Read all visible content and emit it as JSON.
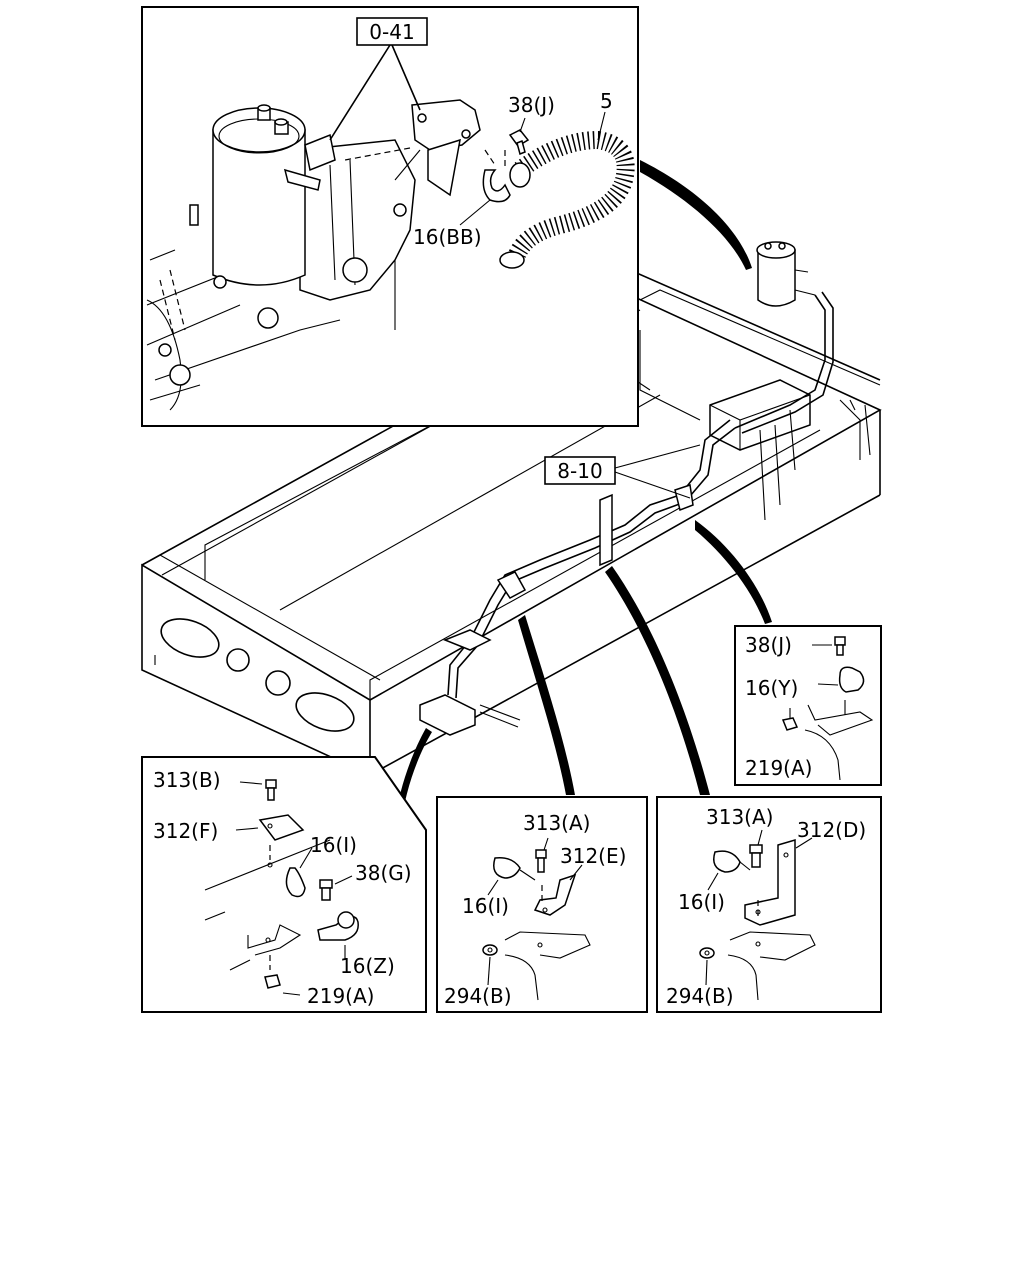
{
  "callouts": {
    "ref_0_41": "0-41",
    "ref_8_10": "8-10"
  },
  "detail_top": {
    "label_38j": "38(J)",
    "label_5": "5",
    "label_16bb": "16(BB)"
  },
  "detail_bottom_left": {
    "label_313b": "313(B)",
    "label_312f": "312(F)",
    "label_16i": "16(I)",
    "label_38g": "38(G)",
    "label_16z": "16(Z)",
    "label_219a": "219(A)"
  },
  "detail_bottom_mid": {
    "label_313a": "313(A)",
    "label_312e": "312(E)",
    "label_16i": "16(I)",
    "label_294b": "294(B)"
  },
  "detail_bottom_right": {
    "label_313a": "313(A)",
    "label_312d": "312(D)",
    "label_16i": "16(I)",
    "label_294b": "294(B)"
  },
  "detail_right": {
    "label_38j": "38(J)",
    "label_16y": "16(Y)",
    "label_219a": "219(A)"
  }
}
